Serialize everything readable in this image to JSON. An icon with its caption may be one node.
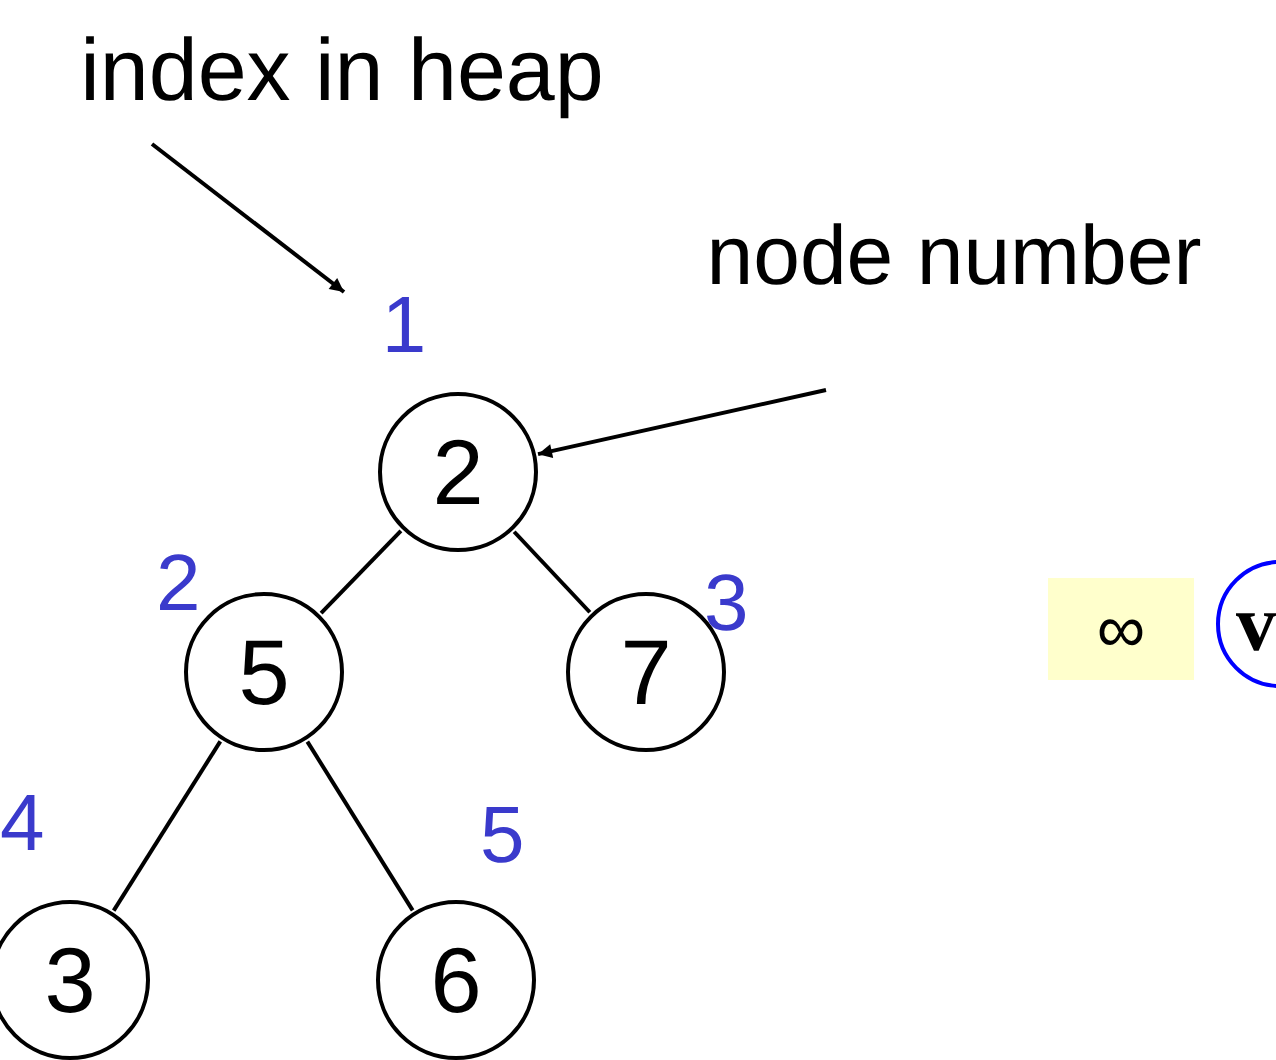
{
  "diagram": {
    "nodes": [
      {
        "text": [
          "index in heap"
        ]
      },
      {
        "text": [
          "node number"
        ]
      },
      {
        "text": [
          "1"
        ]
      },
      {
        "text": [
          "2"
        ]
      },
      {
        "text": [
          "5"
        ],
        "beside": [
          "2"
        ]
      },
      {
        "text": [
          "7"
        ],
        "beside": [
          "3"
        ]
      },
      {
        "text": [
          "3"
        ],
        "beside": [
          "4"
        ]
      },
      {
        "text": [
          "6"
        ],
        "beside": [
          "5"
        ]
      },
      {
        "text": [
          "∞"
        ]
      },
      {
        "text": [
          "v"
        ]
      }
    ],
    "edges": [
      {
        "from": 0,
        "to": 2,
        "arrow": "to"
      },
      {
        "from": 1,
        "to": 3,
        "arrow": "to"
      },
      {
        "from": 3,
        "to": 4,
        "arrow": "none"
      },
      {
        "from": 3,
        "to": 5,
        "arrow": "none"
      },
      {
        "from": 4,
        "to": 6,
        "arrow": "none"
      },
      {
        "from": 4,
        "to": 7,
        "arrow": "none"
      }
    ]
  }
}
